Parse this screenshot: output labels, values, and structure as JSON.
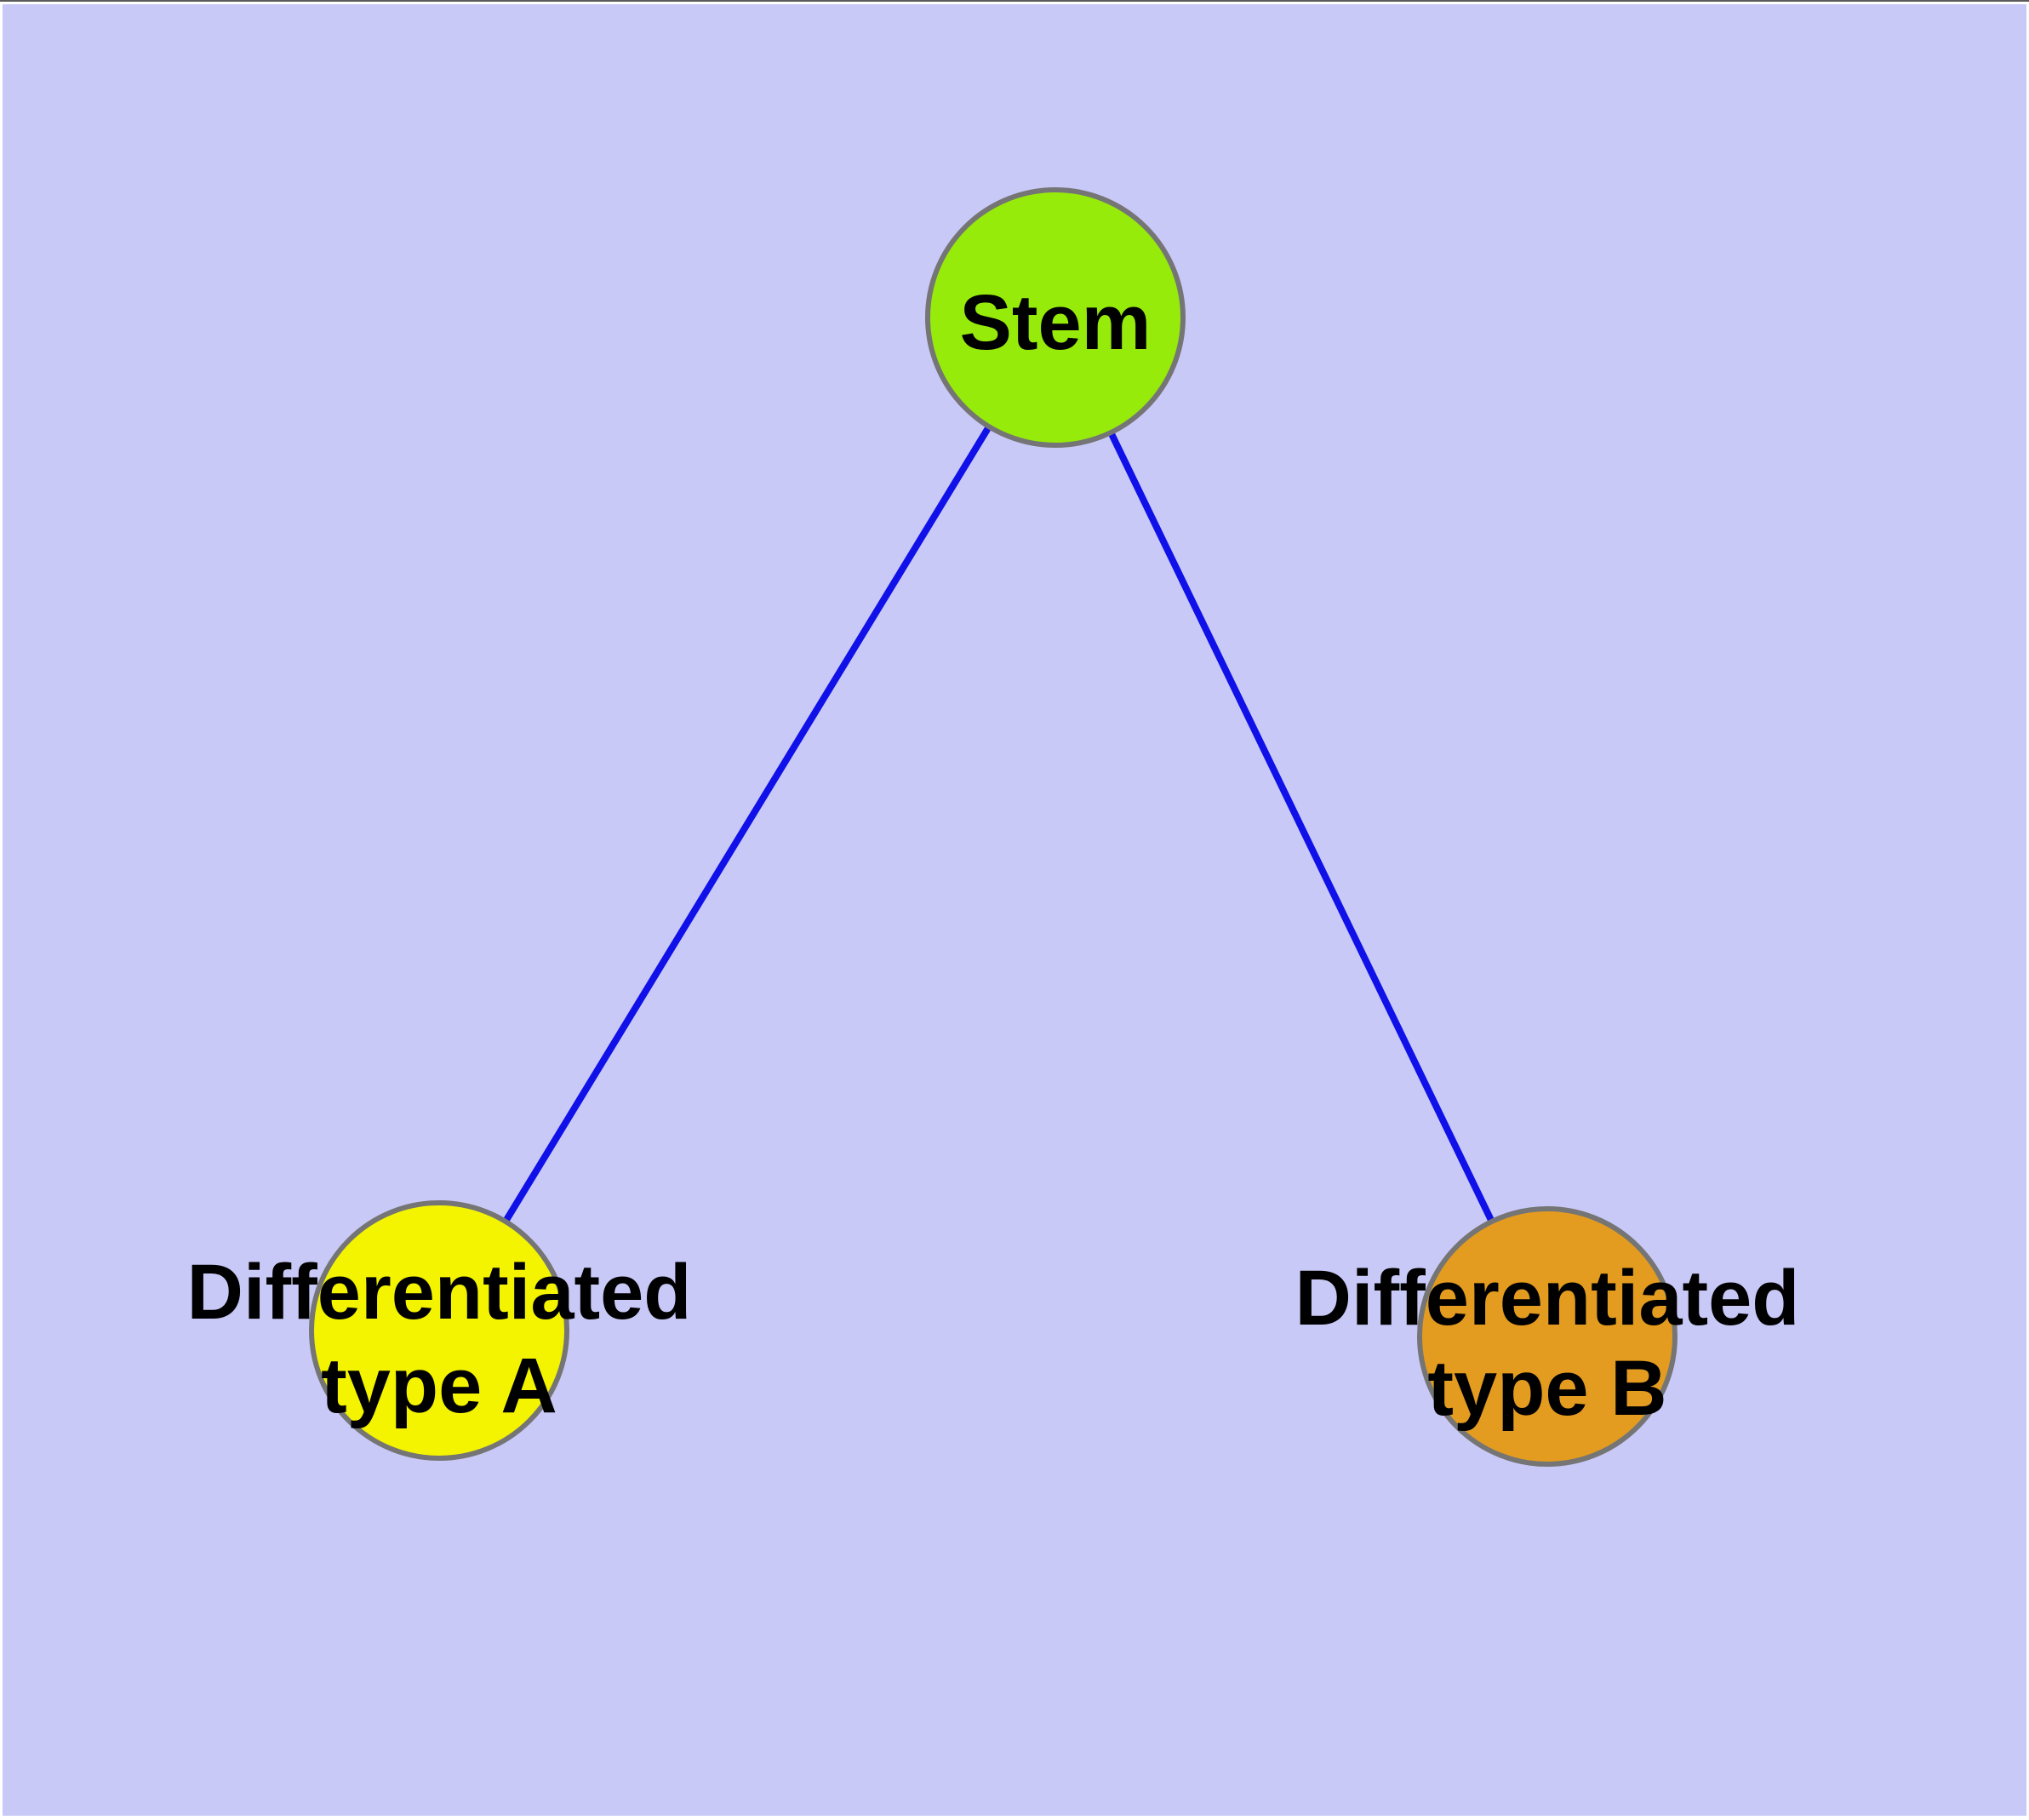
{
  "diagram": {
    "description": "Cell differentiation graph: a Stem node connected to two differentiated cell type nodes",
    "background_color": "#C9C9F8",
    "frame_color": "#FFFFFF",
    "top_hairline_color": "#5A5A5A",
    "edge_color": "#1010E8",
    "node_border_color": "#757575",
    "label_color": "#000000",
    "nodes": [
      {
        "id": "stem",
        "label": "Stem",
        "line1": "Stem",
        "line2": "",
        "fill": "#96EB0A"
      },
      {
        "id": "type-a",
        "label": "Differentiated type A",
        "line1": "Differentiated",
        "line2": "type A",
        "fill": "#F4F400"
      },
      {
        "id": "type-b",
        "label": "Differentiated type B",
        "line1": "Differentiated",
        "line2": "type B",
        "fill": "#E39C1F"
      }
    ],
    "edges": [
      {
        "from": "Stem",
        "to": "Differentiated type A"
      },
      {
        "from": "Stem",
        "to": "Differentiated type B"
      }
    ]
  }
}
